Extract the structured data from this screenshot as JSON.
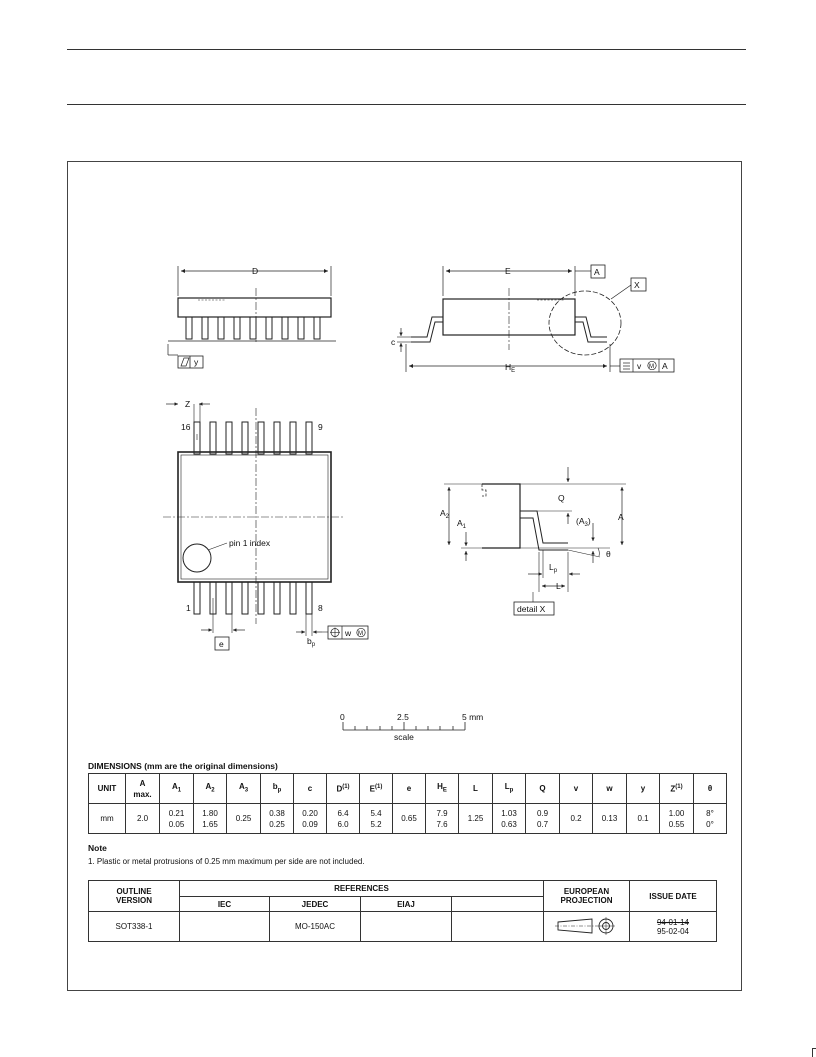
{
  "labels": {
    "D": "D",
    "E": "E",
    "A_ref": "A",
    "X_ref": "X",
    "c": "c",
    "HE_main": "H",
    "HE_sub": "E",
    "y": "y",
    "v": "v",
    "M": "M",
    "A": "A",
    "Z": "Z",
    "pin16": "16",
    "pin9": "9",
    "pin1": "1",
    "pin8": "8",
    "pin1_index": "pin 1 index",
    "e": "e",
    "bp_main": "b",
    "bp_sub": "p",
    "w": "w",
    "Q": "Q",
    "A2_main": "A",
    "A2_sub": "2",
    "A1_main": "A",
    "A1_sub": "1",
    "A3_open": "(A",
    "A3_sub": "3",
    "A3_close": ")",
    "theta": "θ",
    "Lp_main": "L",
    "Lp_sub": "p",
    "L": "L",
    "detail_x": "detail X"
  },
  "scale": {
    "t0": "0",
    "t1": "2.5",
    "t2": "5 mm",
    "label": "scale"
  },
  "dimensions": {
    "title": "DIMENSIONS (mm are the original dimensions)",
    "unit_header": "UNIT",
    "a_max_1": "A",
    "a_max_2": "max.",
    "headers": [
      {
        "m": "A",
        "s": "1",
        "p": ""
      },
      {
        "m": "A",
        "s": "2",
        "p": ""
      },
      {
        "m": "A",
        "s": "3",
        "p": ""
      },
      {
        "m": "b",
        "s": "p",
        "p": ""
      },
      {
        "m": "c",
        "s": "",
        "p": ""
      },
      {
        "m": "D",
        "s": "",
        "p": "(1)"
      },
      {
        "m": "E",
        "s": "",
        "p": "(1)"
      },
      {
        "m": "e",
        "s": "",
        "p": ""
      },
      {
        "m": "H",
        "s": "E",
        "p": ""
      },
      {
        "m": "L",
        "s": "",
        "p": ""
      },
      {
        "m": "L",
        "s": "p",
        "p": ""
      },
      {
        "m": "Q",
        "s": "",
        "p": ""
      },
      {
        "m": "v",
        "s": "",
        "p": ""
      },
      {
        "m": "w",
        "s": "",
        "p": ""
      },
      {
        "m": "y",
        "s": "",
        "p": ""
      },
      {
        "m": "Z",
        "s": "",
        "p": "(1)"
      },
      {
        "m": "θ",
        "s": "",
        "p": ""
      }
    ],
    "row": {
      "unit": "mm",
      "a_max": "2.0",
      "cells": [
        {
          "max": "0.21",
          "min": "0.05"
        },
        {
          "max": "1.80",
          "min": "1.65"
        },
        {
          "single": "0.25"
        },
        {
          "max": "0.38",
          "min": "0.25"
        },
        {
          "max": "0.20",
          "min": "0.09"
        },
        {
          "max": "6.4",
          "min": "6.0"
        },
        {
          "max": "5.4",
          "min": "5.2"
        },
        {
          "single": "0.65"
        },
        {
          "max": "7.9",
          "min": "7.6"
        },
        {
          "single": "1.25"
        },
        {
          "max": "1.03",
          "min": "0.63"
        },
        {
          "max": "0.9",
          "min": "0.7"
        },
        {
          "single": "0.2"
        },
        {
          "single": "0.13"
        },
        {
          "single": "0.1"
        },
        {
          "max": "1.00",
          "min": "0.55"
        },
        {
          "max": "8°",
          "min": "0°"
        }
      ]
    }
  },
  "note": {
    "heading": "Note",
    "text": "1. Plastic or metal protrusions of 0.25 mm maximum per side are not included."
  },
  "outline": {
    "ov_1": "OUTLINE",
    "ov_2": "VERSION",
    "refs": "REFERENCES",
    "iec": "IEC",
    "jedec": "JEDEC",
    "eiaj": "EIAJ",
    "ep_1": "EUROPEAN",
    "ep_2": "PROJECTION",
    "issue": "ISSUE DATE",
    "version": "SOT338-1",
    "iec_val": "",
    "jedec_val": "MO-150AC",
    "eiaj_val": "",
    "date_old": "94-01-14",
    "date_new": "95-02-04"
  }
}
